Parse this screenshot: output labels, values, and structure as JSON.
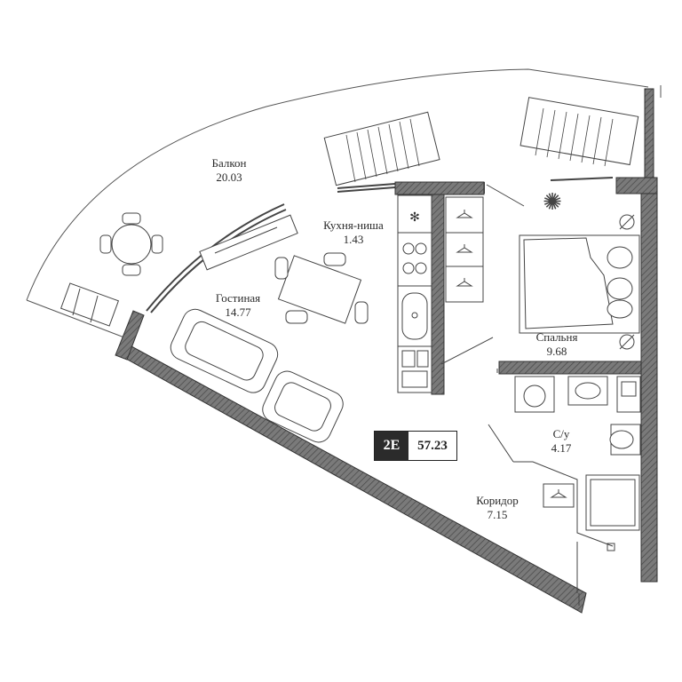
{
  "rooms": [
    {
      "id": "balcony",
      "name": "Балкон",
      "area": "20.03"
    },
    {
      "id": "kitchen",
      "name": "Кухня-ниша",
      "area": "1.43"
    },
    {
      "id": "living",
      "name": "Гостиная",
      "area": "14.77"
    },
    {
      "id": "bedroom",
      "name": "Спальня",
      "area": "9.68"
    },
    {
      "id": "bathroom",
      "name": "С/у",
      "area": "4.17"
    },
    {
      "id": "corridor",
      "name": "Коридор",
      "area": "7.15"
    }
  ],
  "badge": {
    "type": "2E",
    "total": "57.23"
  },
  "colors": {
    "wall": "#6b6b6b",
    "line": "#3a3a3a",
    "badge_dark": "#2b2b2b"
  },
  "icons": [
    "snowflake-icon",
    "hanger-icon",
    "sun-icon"
  ]
}
